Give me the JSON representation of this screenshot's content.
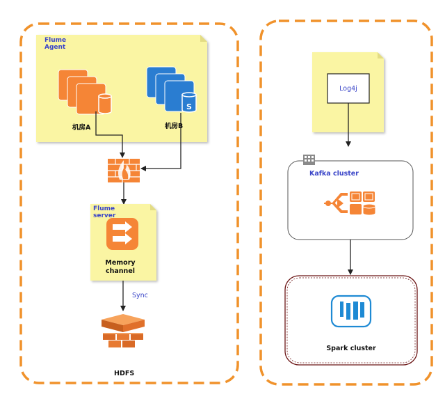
{
  "left_panel": {
    "flume_agent": {
      "title_line1": "Flume",
      "title_line2": "Agent",
      "node_a": "机房A",
      "node_b": "机房B"
    },
    "flume_server": {
      "title_line1": "Flume",
      "title_line2": "server",
      "channel_line1": "Memory",
      "channel_line2": "channel"
    },
    "edge_sync": "Sync",
    "hdfs": "HDFS"
  },
  "right_panel": {
    "log4j": "Log4j",
    "kafka": "Kafka cluster",
    "spark": "Spark cluster"
  },
  "colors": {
    "panel_border": "#f0922b",
    "note_fill": "#faf5a3",
    "aws_orange": "#f58536",
    "aws_blue": "#2a7dd1",
    "label_blue": "#3a45c8",
    "spark_border": "#6b1414"
  }
}
